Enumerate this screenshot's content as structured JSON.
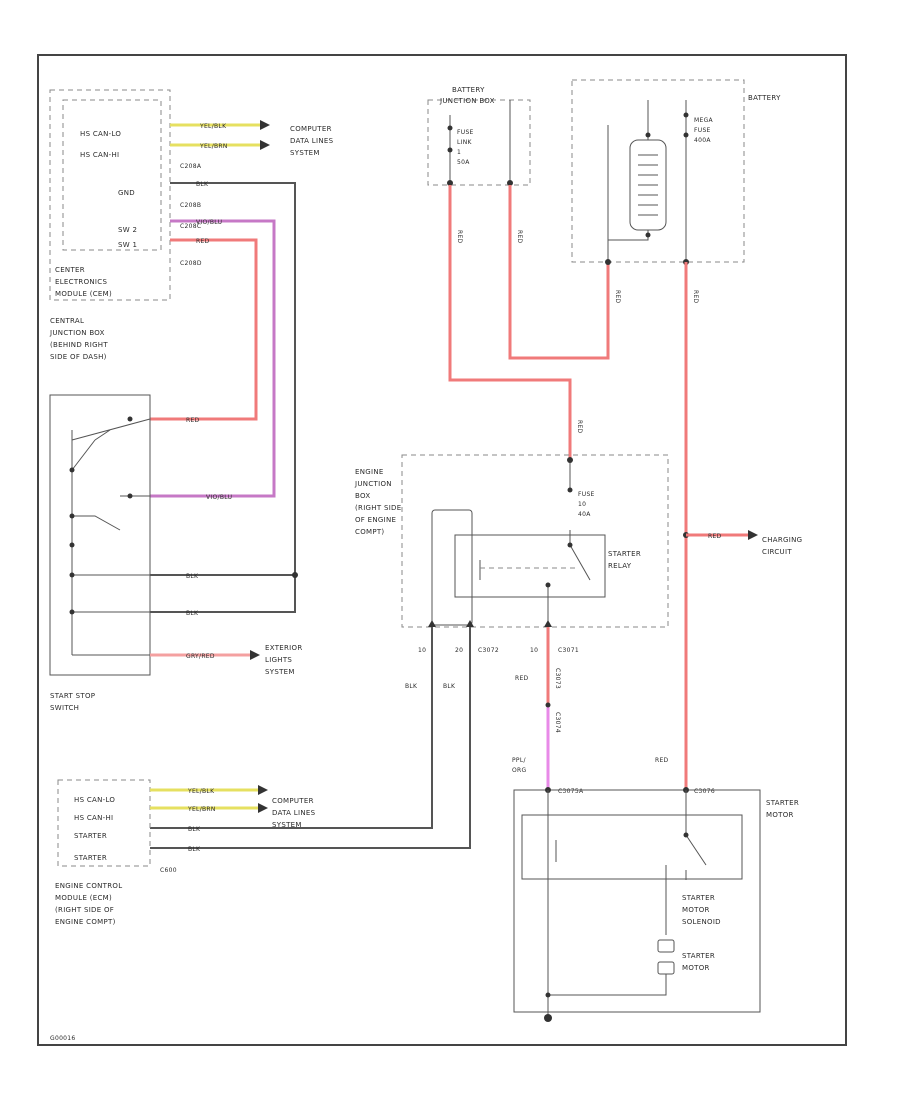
{
  "cem": {
    "title_lines": [
      "CENTER",
      "ELECTRONICS",
      "MODULE (CEM)"
    ],
    "pins": [
      "HS CAN-LO",
      "HS CAN-HI",
      "GND",
      "SW 2",
      "SW 1"
    ],
    "connectors": [
      "C208A",
      "C208B",
      "C208C",
      "C208D"
    ],
    "wires": [
      "YEL/BLK",
      "YEL/BRN",
      "BLK",
      "VIO/BLU",
      "RED"
    ]
  },
  "cjb": {
    "lines": [
      "CENTRAL",
      "JUNCTION BOX",
      "(BEHIND RIGHT",
      "SIDE OF DASH)"
    ]
  },
  "computer_data_top": [
    "COMPUTER",
    "DATA LINES",
    "SYSTEM"
  ],
  "start_stop": {
    "title_lines": [
      "START STOP",
      "SWITCH"
    ],
    "wires": [
      "RED",
      "VIO/BLU",
      "BLK",
      "BLK",
      "GRY/RED"
    ]
  },
  "exterior_lights": [
    "EXTERIOR",
    "LIGHTS",
    "SYSTEM"
  ],
  "battery_jb": {
    "title_lines": [
      "BATTERY",
      "JUNCTION BOX"
    ],
    "fuse_lines": [
      "FUSE",
      "LINK",
      "1",
      "50A"
    ],
    "wires": [
      "RED",
      "RED"
    ]
  },
  "battery": {
    "title": "BATTERY",
    "fuse_lines": [
      "MEGA",
      "FUSE",
      "400A"
    ],
    "wires": [
      "RED",
      "RED"
    ]
  },
  "ejb": {
    "title_lines": [
      "ENGINE",
      "JUNCTION",
      "BOX",
      "(RIGHT SIDE",
      "OF ENGINE",
      "COMPT)"
    ],
    "fuse_lines": [
      "FUSE",
      "10",
      "40A"
    ],
    "relay_lines": [
      "STARTER",
      "RELAY"
    ],
    "connectors": [
      "C3072",
      "C3071"
    ],
    "pins": [
      "10",
      "20",
      "10"
    ],
    "wires": [
      "RED"
    ]
  },
  "charging": {
    "wire": "RED",
    "lines": [
      "CHARGING",
      "CIRCUIT"
    ]
  },
  "ecm_wires": [
    "BLK",
    "BLK"
  ],
  "starter_side": {
    "wires": [
      "RED",
      "PPL/",
      "ORG",
      "RED"
    ],
    "connectors": [
      "C3073",
      "C3074",
      "C3075A",
      "C3076"
    ]
  },
  "starter_motor": {
    "title_lines": [
      "STARTER",
      "MOTOR"
    ],
    "solenoid_lines": [
      "STARTER",
      "MOTOR",
      "SOLENOID"
    ],
    "motor_lines": [
      "STARTER",
      "MOTOR"
    ]
  },
  "ecm": {
    "pins": [
      "HS CAN-LO",
      "HS CAN-HI",
      "STARTER",
      "STARTER"
    ],
    "wires": [
      "YEL/BLK",
      "YEL/BRN",
      "BLK",
      "BLK"
    ],
    "connector": "C600",
    "title_lines": [
      "ENGINE CONTROL",
      "MODULE (ECM)",
      "(RIGHT SIDE OF",
      "ENGINE COMPT)"
    ]
  },
  "computer_data_bottom": [
    "COMPUTER",
    "DATA LINES",
    "SYSTEM"
  ],
  "footer_code": "G00016"
}
